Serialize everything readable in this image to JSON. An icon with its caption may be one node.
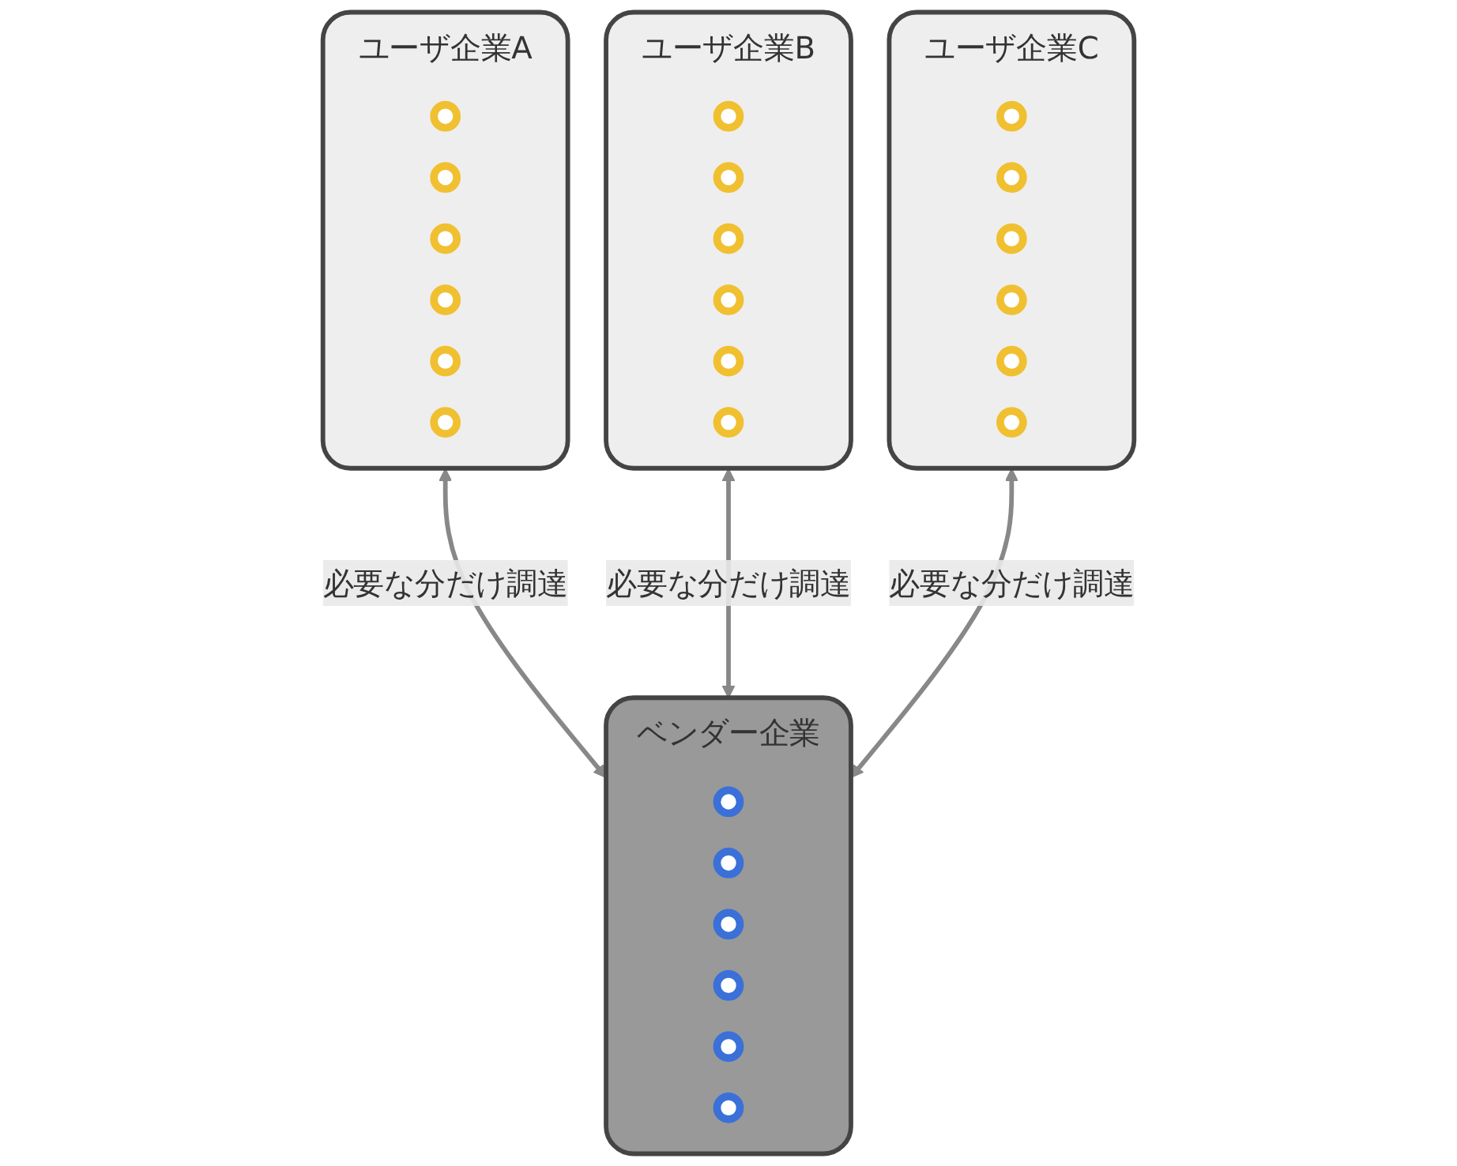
{
  "diagram": {
    "nodes": [
      {
        "text": [
          "ユーザ企業A"
        ]
      },
      {
        "text": [],
        "shape": "circle",
        "in": 0
      },
      {
        "text": [],
        "shape": "circle",
        "in": 0
      },
      {
        "text": [],
        "shape": "circle",
        "in": 0
      },
      {
        "text": [],
        "shape": "circle",
        "in": 0
      },
      {
        "text": [],
        "shape": "circle",
        "in": 0
      },
      {
        "text": [],
        "shape": "circle",
        "in": 0
      },
      {
        "text": [
          "ユーザ企業B"
        ]
      },
      {
        "text": [],
        "shape": "circle",
        "in": 7
      },
      {
        "text": [],
        "shape": "circle",
        "in": 7
      },
      {
        "text": [],
        "shape": "circle",
        "in": 7
      },
      {
        "text": [],
        "shape": "circle",
        "in": 7
      },
      {
        "text": [],
        "shape": "circle",
        "in": 7
      },
      {
        "text": [],
        "shape": "circle",
        "in": 7
      },
      {
        "text": [
          "ユーザ企業C"
        ]
      },
      {
        "text": [],
        "shape": "circle",
        "in": 14
      },
      {
        "text": [],
        "shape": "circle",
        "in": 14
      },
      {
        "text": [],
        "shape": "circle",
        "in": 14
      },
      {
        "text": [],
        "shape": "circle",
        "in": 14
      },
      {
        "text": [],
        "shape": "circle",
        "in": 14
      },
      {
        "text": [],
        "shape": "circle",
        "in": 14
      },
      {
        "text": [
          "ベンダー企業"
        ]
      },
      {
        "text": [],
        "shape": "circle",
        "in": 21
      },
      {
        "text": [],
        "shape": "circle",
        "in": 21
      },
      {
        "text": [],
        "shape": "circle",
        "in": 21
      },
      {
        "text": [],
        "shape": "circle",
        "in": 21
      },
      {
        "text": [],
        "shape": "circle",
        "in": 21
      },
      {
        "text": [],
        "shape": "circle",
        "in": 21
      }
    ],
    "edges": [
      {
        "from": 0,
        "to": 21,
        "arrow": "both",
        "label": "必要な分だけ調達"
      },
      {
        "from": 7,
        "to": 21,
        "arrow": "both",
        "label": "必要な分だけ調達"
      },
      {
        "from": 14,
        "to": 21,
        "arrow": "both",
        "label": "必要な分だけ調達"
      }
    ]
  }
}
